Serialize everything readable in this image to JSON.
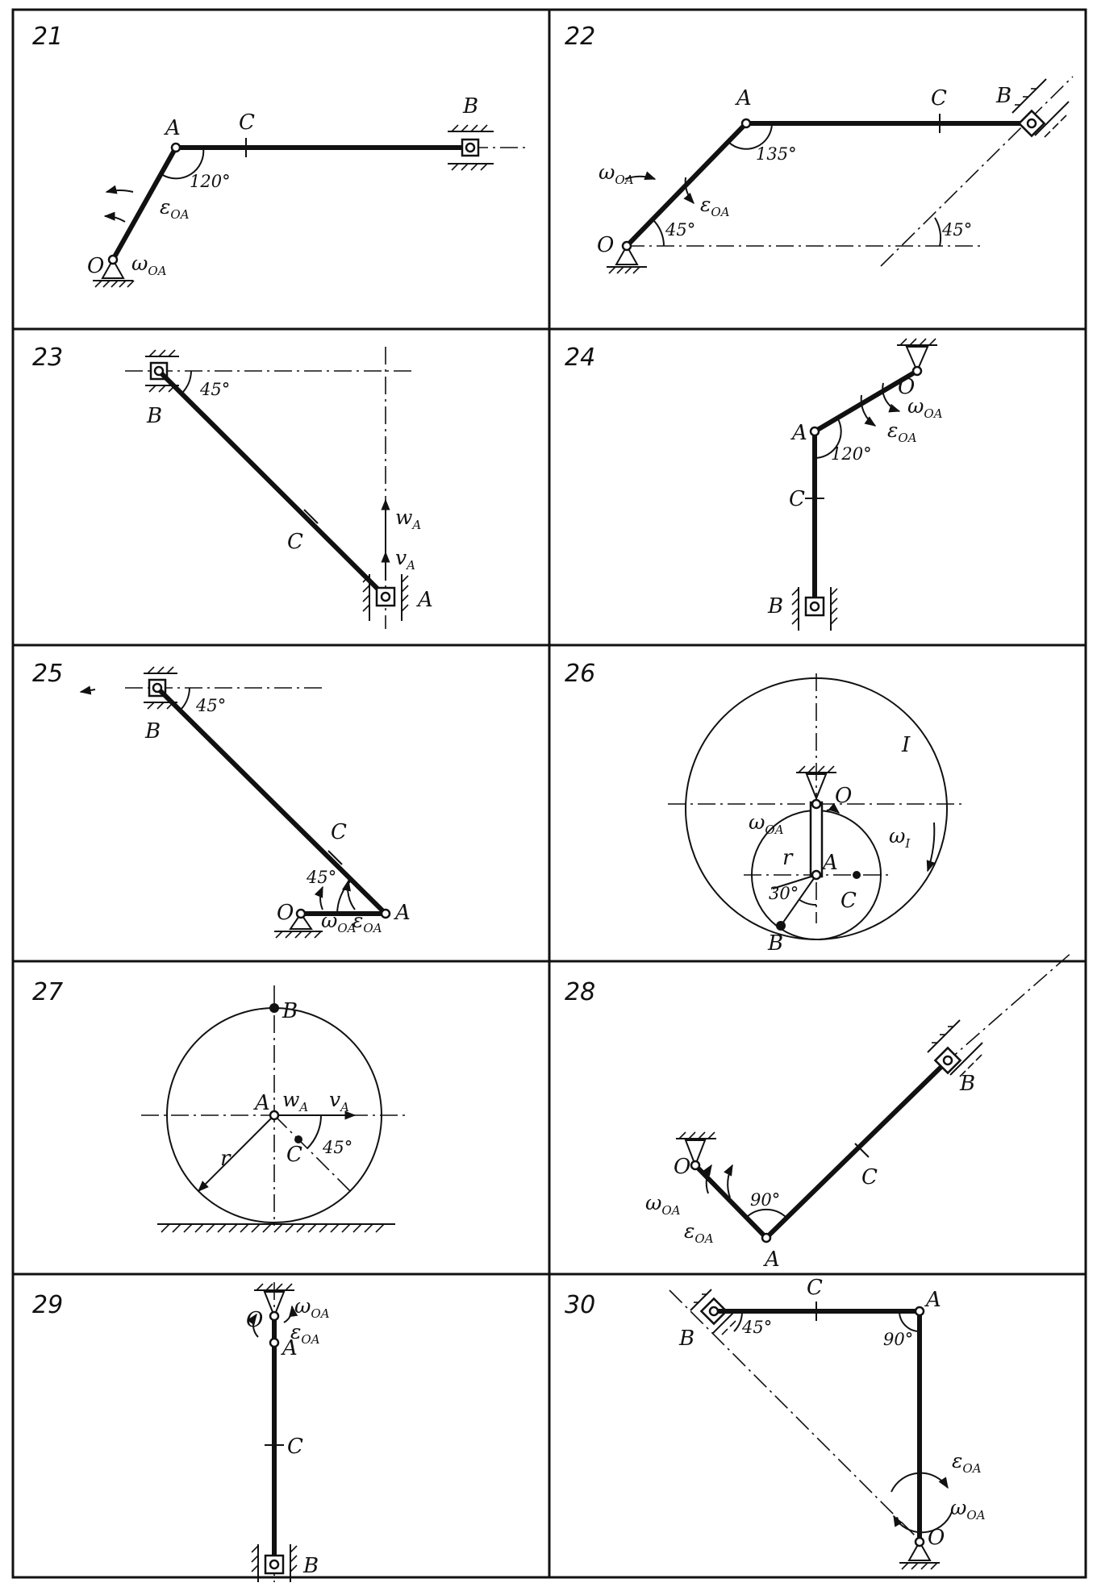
{
  "panels": [
    {
      "number": "21",
      "labels": {
        "a": "A",
        "b": "B",
        "c": "C",
        "o": "O"
      },
      "angles": [
        "120°"
      ],
      "symbols": [
        {
          "base": "ε",
          "sub": "OA"
        },
        {
          "base": "ω",
          "sub": "OA"
        }
      ]
    },
    {
      "number": "22",
      "labels": {
        "a": "A",
        "b": "B",
        "c": "C",
        "o": "O"
      },
      "angles": [
        "135°",
        "45°",
        "45°"
      ],
      "symbols": [
        {
          "base": "ω",
          "sub": "OA"
        },
        {
          "base": "ε",
          "sub": "OA"
        }
      ]
    },
    {
      "number": "23",
      "labels": {
        "a": "A",
        "b": "B",
        "c": "C"
      },
      "angles": [
        "45°"
      ],
      "symbols": [
        {
          "base": "w",
          "sub": "A"
        },
        {
          "base": "v",
          "sub": "A"
        }
      ]
    },
    {
      "number": "24",
      "labels": {
        "a": "A",
        "b": "B",
        "c": "C",
        "o": "O"
      },
      "angles": [
        "120°"
      ],
      "symbols": [
        {
          "base": "ω",
          "sub": "OA"
        },
        {
          "base": "ε",
          "sub": "OA"
        }
      ]
    },
    {
      "number": "25",
      "labels": {
        "a": "A",
        "b": "B",
        "c": "C",
        "o": "O"
      },
      "angles": [
        "45°",
        "45°"
      ],
      "symbols": [
        {
          "base": "ω",
          "sub": "OA"
        },
        {
          "base": "ε",
          "sub": "OA"
        }
      ]
    },
    {
      "number": "26",
      "labels": {
        "a": "A",
        "b": "B",
        "c": "C",
        "o": "O",
        "r": "r",
        "wheel": "I"
      },
      "angles": [
        "30°"
      ],
      "symbols": [
        {
          "base": "ω",
          "sub": "OA"
        },
        {
          "base": "ω",
          "sub": "I"
        }
      ]
    },
    {
      "number": "27",
      "labels": {
        "a": "A",
        "b": "B",
        "c": "C",
        "r": "r"
      },
      "angles": [
        "45°"
      ],
      "symbols": [
        {
          "base": "w",
          "sub": "A"
        },
        {
          "base": "v",
          "sub": "A"
        }
      ]
    },
    {
      "number": "28",
      "labels": {
        "a": "A",
        "b": "B",
        "c": "C",
        "o": "O"
      },
      "angles": [
        "90°"
      ],
      "symbols": [
        {
          "base": "ω",
          "sub": "OA"
        },
        {
          "base": "ε",
          "sub": "OA"
        }
      ]
    },
    {
      "number": "29",
      "labels": {
        "a": "A",
        "b": "B",
        "c": "C",
        "o": "O"
      },
      "angles": [],
      "symbols": [
        {
          "base": "ω",
          "sub": "OA"
        },
        {
          "base": "ε",
          "sub": "OA"
        }
      ]
    },
    {
      "number": "30",
      "labels": {
        "a": "A",
        "b": "B",
        "c": "C",
        "o": "O"
      },
      "angles": [
        "45°",
        "90°"
      ],
      "symbols": [
        {
          "base": "ε",
          "sub": "OA"
        },
        {
          "base": "ω",
          "sub": "OA"
        }
      ]
    }
  ]
}
